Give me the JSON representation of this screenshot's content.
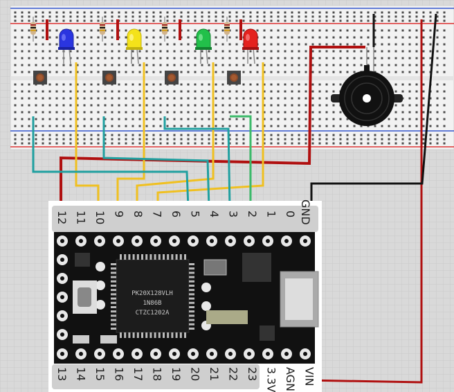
{
  "board": {
    "top_pins": [
      "12",
      "11",
      "10",
      "9",
      "8",
      "7",
      "6",
      "5",
      "4",
      "3",
      "2",
      "1",
      "0"
    ],
    "gnd_label": "GND",
    "bottom_pins": [
      "13",
      "14",
      "15",
      "16",
      "17",
      "18",
      "19",
      "20",
      "21",
      "22",
      "23",
      "3.3V",
      "AGND",
      "VIN"
    ],
    "chip_lines": [
      "PK20X128VLH",
      "1N86B",
      "CTZC1202A"
    ]
  },
  "colors": {
    "background": "#d9d9d9",
    "breadboard": "#f2f2f2",
    "power_rail_red": "#d33",
    "power_rail_blue": "#3355cc",
    "wire_red": "#b01010",
    "wire_black": "#111111",
    "wire_yellow": "#f0c020",
    "wire_teal": "#20a0a0",
    "wire_green": "#3cba6a",
    "board_pcb": "#111111",
    "led_blue": "#2a35e0",
    "led_yellow": "#f4e21a",
    "led_green": "#22c04a",
    "led_red": "#e4221e"
  },
  "components": {
    "leds": [
      "led-blue",
      "led-yellow",
      "led-green",
      "led-red"
    ],
    "buttons": 4,
    "resistors": 4,
    "buzzer": "piezo-buzzer-icon"
  }
}
